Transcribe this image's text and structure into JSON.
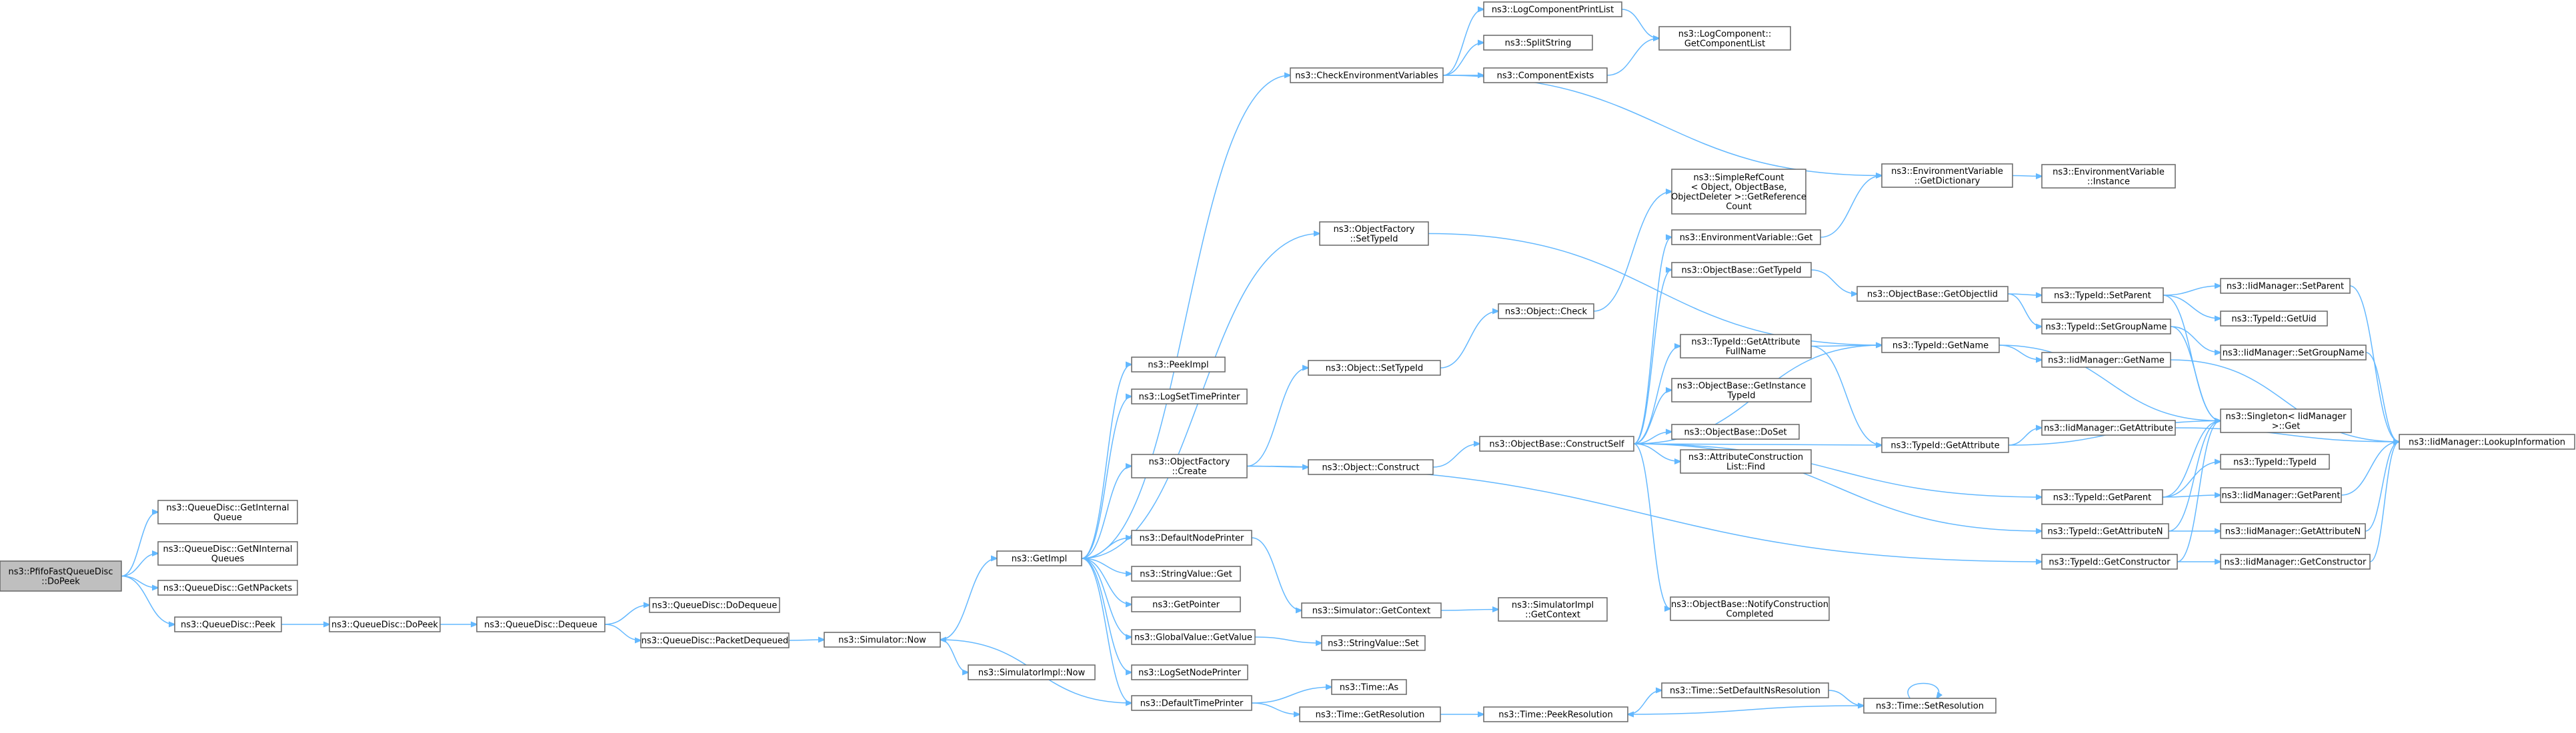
{
  "nodes": [
    {
      "id": "root",
      "label": [
        "ns3::PfifoFastQueueDisc",
        "::DoPeek"
      ]
    },
    {
      "id": "getInternalQueue",
      "label": [
        "ns3::QueueDisc::GetInternal",
        "Queue"
      ]
    },
    {
      "id": "getNInternalQueues",
      "label": [
        "ns3::QueueDisc::GetNInternal",
        "Queues"
      ]
    },
    {
      "id": "getNPackets",
      "label": [
        "ns3::QueueDisc::GetNPackets"
      ]
    },
    {
      "id": "peek",
      "label": [
        "ns3::QueueDisc::Peek"
      ]
    },
    {
      "id": "doPeek",
      "label": [
        "ns3::QueueDisc::DoPeek"
      ]
    },
    {
      "id": "dequeue",
      "label": [
        "ns3::QueueDisc::Dequeue"
      ]
    },
    {
      "id": "doDequeue",
      "label": [
        "ns3::QueueDisc::DoDequeue"
      ]
    },
    {
      "id": "packetDequeued",
      "label": [
        "ns3::QueueDisc::PacketDequeued"
      ]
    },
    {
      "id": "simNow",
      "label": [
        "ns3::Simulator::Now"
      ]
    },
    {
      "id": "simImplNow",
      "label": [
        "ns3::SimulatorImpl::Now"
      ]
    },
    {
      "id": "getImpl",
      "label": [
        "ns3::GetImpl"
      ]
    },
    {
      "id": "peekImpl",
      "label": [
        "ns3::PeekImpl"
      ]
    },
    {
      "id": "logSetTimePrinter",
      "label": [
        "ns3::LogSetTimePrinter"
      ]
    },
    {
      "id": "objFactoryCreate",
      "label": [
        "ns3::ObjectFactory",
        "::Create"
      ]
    },
    {
      "id": "defaultNodePrinter",
      "label": [
        "ns3::DefaultNodePrinter"
      ]
    },
    {
      "id": "stringValueGet",
      "label": [
        "ns3::StringValue::Get"
      ]
    },
    {
      "id": "getPointer",
      "label": [
        "ns3::GetPointer"
      ]
    },
    {
      "id": "globalValueGetValue",
      "label": [
        "ns3::GlobalValue::GetValue"
      ]
    },
    {
      "id": "logSetNodePrinter",
      "label": [
        "ns3::LogSetNodePrinter"
      ]
    },
    {
      "id": "defaultTimePrinter",
      "label": [
        "ns3::DefaultTimePrinter"
      ]
    },
    {
      "id": "checkEnvVars",
      "label": [
        "ns3::CheckEnvironmentVariables"
      ]
    },
    {
      "id": "logComponentPrintList",
      "label": [
        "ns3::LogComponentPrintList"
      ]
    },
    {
      "id": "splitString",
      "label": [
        "ns3::SplitString"
      ]
    },
    {
      "id": "componentExists",
      "label": [
        "ns3::ComponentExists"
      ]
    },
    {
      "id": "logComponentGetList",
      "label": [
        "ns3::LogComponent::",
        "GetComponentList"
      ]
    },
    {
      "id": "objFactorySetTypeId",
      "label": [
        "ns3::ObjectFactory",
        "::SetTypeId"
      ]
    },
    {
      "id": "objectSetTypeId",
      "label": [
        "ns3::Object::SetTypeId"
      ]
    },
    {
      "id": "objectConstruct",
      "label": [
        "ns3::Object::Construct"
      ]
    },
    {
      "id": "simGetContext",
      "label": [
        "ns3::Simulator::GetContext"
      ]
    },
    {
      "id": "stringValueSet",
      "label": [
        "ns3::StringValue::Set"
      ]
    },
    {
      "id": "timeAs",
      "label": [
        "ns3::Time::As"
      ]
    },
    {
      "id": "timeGetResolution",
      "label": [
        "ns3::Time::GetResolution"
      ]
    },
    {
      "id": "objectCheck",
      "label": [
        "ns3::Object::Check"
      ]
    },
    {
      "id": "objBaseConstructSelf",
      "label": [
        "ns3::ObjectBase::ConstructSelf"
      ]
    },
    {
      "id": "simImplGetContext",
      "label": [
        "ns3::SimulatorImpl",
        "::GetContext"
      ]
    },
    {
      "id": "timePeekResolution",
      "label": [
        "ns3::Time::PeekResolution"
      ]
    },
    {
      "id": "simpleRefCount",
      "label": [
        "ns3::SimpleRefCount",
        "< Object, ObjectBase,",
        "ObjectDeleter >::GetReference",
        "Count"
      ]
    },
    {
      "id": "envVarGet",
      "label": [
        "ns3::EnvironmentVariable::Get"
      ]
    },
    {
      "id": "objBaseGetTypeId",
      "label": [
        "ns3::ObjectBase::GetTypeId"
      ]
    },
    {
      "id": "typeIdGetAttrFullName",
      "label": [
        "ns3::TypeId::GetAttribute",
        "FullName"
      ]
    },
    {
      "id": "objBaseGetInstanceTypeId",
      "label": [
        "ns3::ObjectBase::GetInstance",
        "TypeId"
      ]
    },
    {
      "id": "objBaseDoSet",
      "label": [
        "ns3::ObjectBase::DoSet"
      ]
    },
    {
      "id": "attrConstructionListFind",
      "label": [
        "ns3::AttributeConstruction",
        "List::Find"
      ]
    },
    {
      "id": "objBaseNotifyConstructionCompleted",
      "label": [
        "ns3::ObjectBase::NotifyConstruction",
        "Completed"
      ]
    },
    {
      "id": "timeSetDefaultNsResolution",
      "label": [
        "ns3::Time::SetDefaultNsResolution"
      ]
    },
    {
      "id": "envVarGetDictionary",
      "label": [
        "ns3::EnvironmentVariable",
        "::GetDictionary"
      ]
    },
    {
      "id": "objBaseGetObjectIid",
      "label": [
        "ns3::ObjectBase::GetObjectIid"
      ]
    },
    {
      "id": "typeIdGetName",
      "label": [
        "ns3::TypeId::GetName"
      ]
    },
    {
      "id": "typeIdGetAttribute",
      "label": [
        "ns3::TypeId::GetAttribute"
      ]
    },
    {
      "id": "typeIdGetParent",
      "label": [
        "ns3::TypeId::GetParent"
      ]
    },
    {
      "id": "typeIdGetAttributeN",
      "label": [
        "ns3::TypeId::GetAttributeN"
      ]
    },
    {
      "id": "typeIdGetConstructor",
      "label": [
        "ns3::TypeId::GetConstructor"
      ]
    },
    {
      "id": "timeSetResolution",
      "label": [
        "ns3::Time::SetResolution"
      ]
    },
    {
      "id": "envVarInstance",
      "label": [
        "ns3::EnvironmentVariable",
        "::Instance"
      ]
    },
    {
      "id": "typeIdSetParent",
      "label": [
        "ns3::TypeId::SetParent"
      ]
    },
    {
      "id": "typeIdSetGroupName",
      "label": [
        "ns3::TypeId::SetGroupName"
      ]
    },
    {
      "id": "iidManagerGetName",
      "label": [
        "ns3::IidManager::GetName"
      ]
    },
    {
      "id": "iidManagerGetAttribute",
      "label": [
        "ns3::IidManager::GetAttribute"
      ]
    },
    {
      "id": "singletonIidManagerGet",
      "label": [
        "ns3::Singleton< IidManager",
        ">::Get"
      ]
    },
    {
      "id": "iidManagerSetParent",
      "label": [
        "ns3::IidManager::SetParent"
      ]
    },
    {
      "id": "typeIdGetUid",
      "label": [
        "ns3::TypeId::GetUid"
      ]
    },
    {
      "id": "iidManagerSetGroupName",
      "label": [
        "ns3::IidManager::SetGroupName"
      ]
    },
    {
      "id": "typeIdTypeId",
      "label": [
        "ns3::TypeId::TypeId"
      ]
    },
    {
      "id": "iidManagerGetParent",
      "label": [
        "ns3::IidManager::GetParent"
      ]
    },
    {
      "id": "iidManagerGetAttributeN",
      "label": [
        "ns3::IidManager::GetAttributeN"
      ]
    },
    {
      "id": "iidManagerGetConstructor",
      "label": [
        "ns3::IidManager::GetConstructor"
      ]
    },
    {
      "id": "iidManagerLookupInformation",
      "label": [
        "ns3::IidManager::LookupInformation"
      ]
    }
  ]
}
